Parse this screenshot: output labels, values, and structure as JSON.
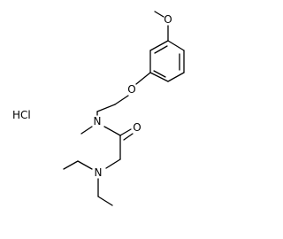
{
  "molecule": {
    "salt_label": "HCl",
    "atoms": {
      "methoxy_oxygen": "O",
      "ether_oxygen": "O",
      "amide_nitrogen": "N",
      "carbonyl_oxygen": "O",
      "amine_nitrogen": "N"
    }
  }
}
